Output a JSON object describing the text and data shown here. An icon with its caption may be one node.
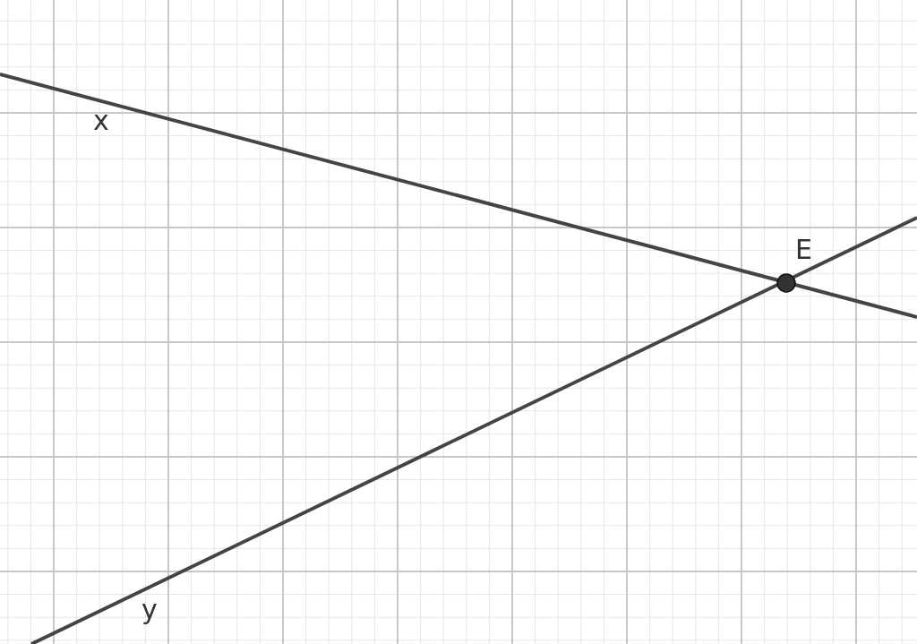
{
  "diagram": {
    "nodes": [
      {
        "text": [
          "E"
        ]
      }
    ],
    "labels": [
      "x",
      "y"
    ]
  }
}
